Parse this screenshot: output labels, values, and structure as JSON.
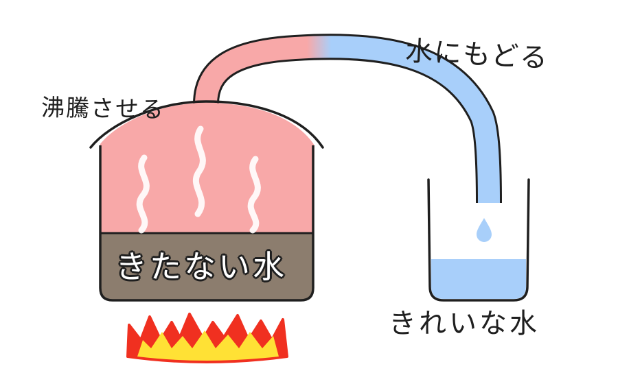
{
  "labels": {
    "boil": "沸騰させる",
    "return_to_water": "水にもどる",
    "dirty_water": "きたない水",
    "clean_water": "きれいな水"
  },
  "colors": {
    "steam_pink": "#f8a8a8",
    "dirty_water_brown": "#8c7d6e",
    "clean_water_blue": "#a8cffa",
    "flame_red": "#f03020",
    "flame_yellow": "#ffe135",
    "outline": "#1f1f1f"
  },
  "icons": {
    "steam_wave": "steam-wave-icon",
    "flame": "flame-icon",
    "water_drop": "water-drop-icon"
  }
}
